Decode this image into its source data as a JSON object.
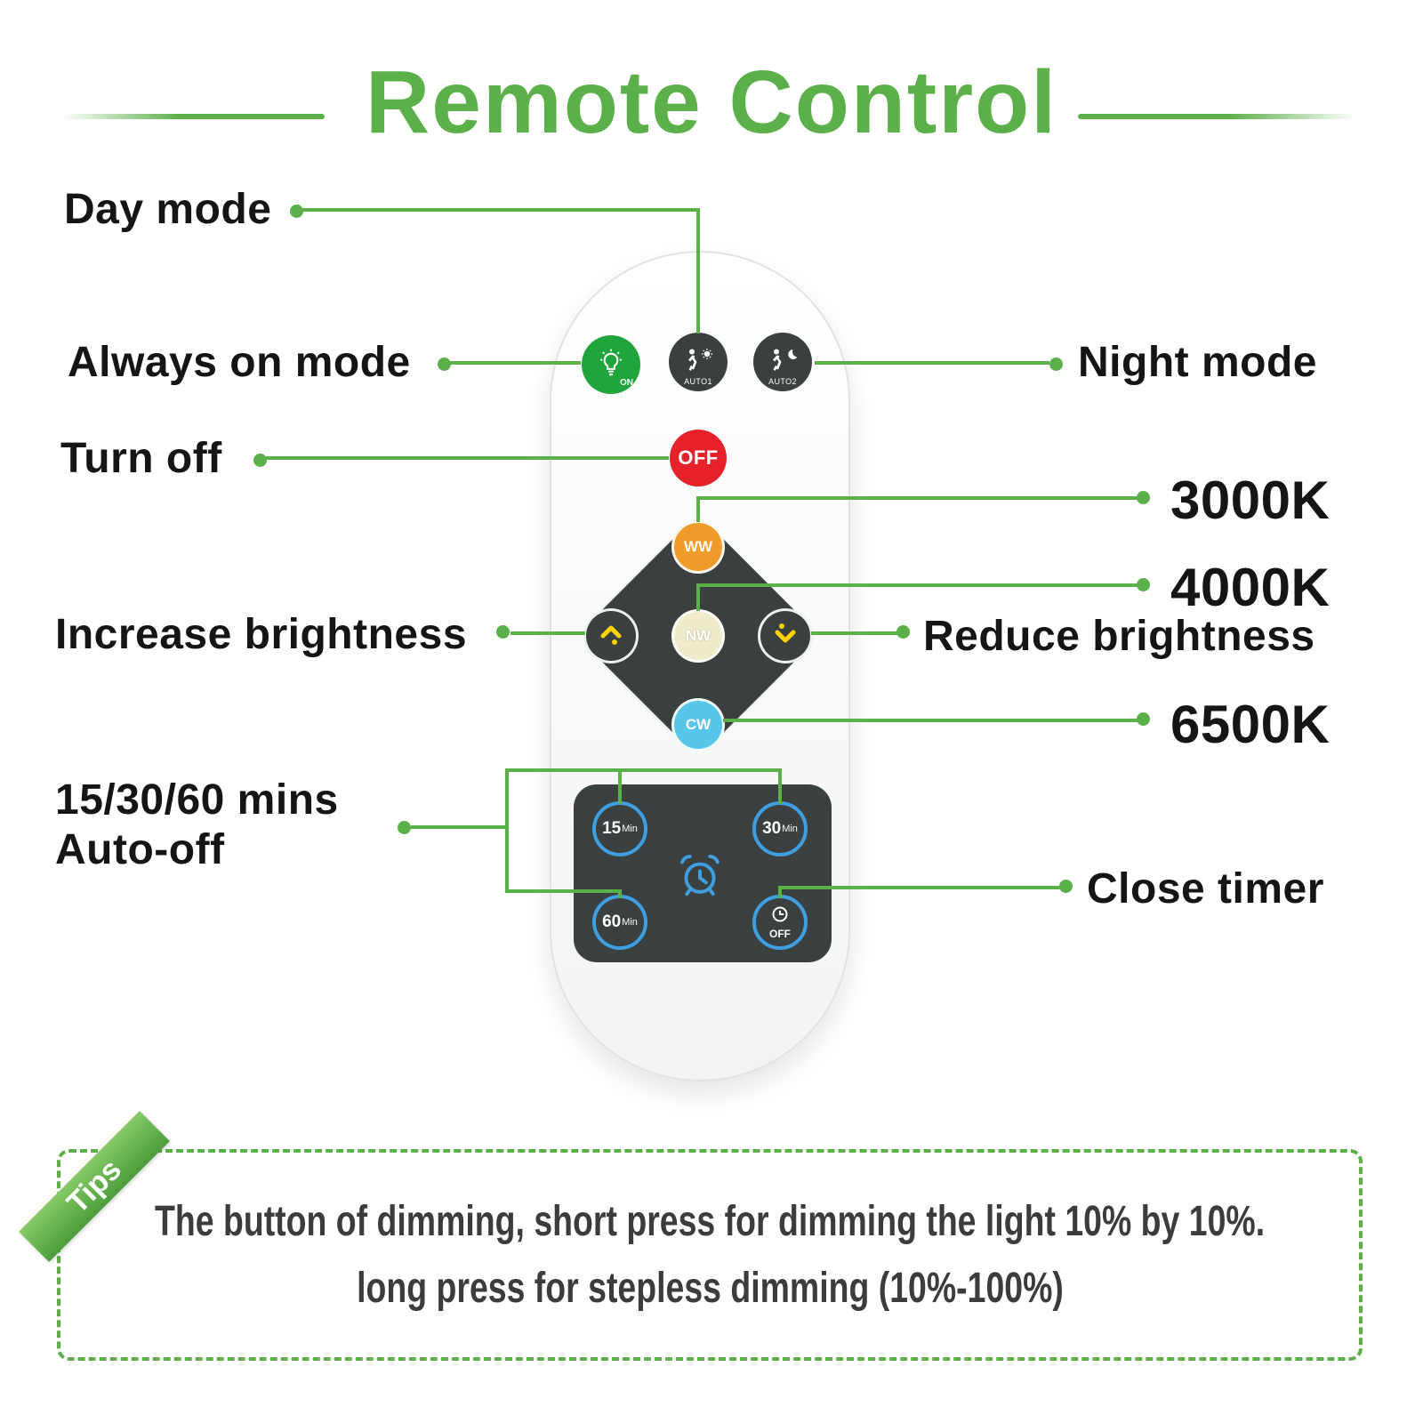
{
  "title": "Remote Control",
  "callouts": {
    "day_mode": "Day mode",
    "always_on_mode": "Always on mode",
    "night_mode": "Night mode",
    "turn_off": "Turn off",
    "temp_3000k": "3000K",
    "temp_4000k": "4000K",
    "increase_brightness": "Increase brightness",
    "reduce_brightness": "Reduce brightness",
    "temp_6500k": "6500K",
    "auto_off_line1": "15/30/60 mins",
    "auto_off_line2": "Auto-off",
    "close_timer": "Close timer"
  },
  "remote": {
    "on_label": "ON",
    "auto1_label": "AUTO1",
    "auto2_label": "AUTO2",
    "off_label": "OFF",
    "ww_label": "WW",
    "nw_label": "NW",
    "cw_label": "CW",
    "timer_15_value": "15",
    "timer_30_value": "30",
    "timer_60_value": "60",
    "timer_min_suffix": "Min",
    "timer_off_label": "OFF"
  },
  "tips": {
    "badge": "Tips",
    "line1": "The button of dimming, short press for dimming the light 10% by 10%.",
    "line2": "long press for stepless dimming (10%-100%)"
  },
  "colors": {
    "accent_green": "#5cb04a",
    "on_green": "#1fa53c",
    "off_red": "#e62129",
    "ww_orange": "#f09b2c",
    "nw_cream": "#efeccb",
    "cw_blue": "#56c6ea",
    "timer_ring_blue": "#3f9fe0",
    "panel_dark": "#3a3f40",
    "brightness_yellow": "#ffd400"
  }
}
